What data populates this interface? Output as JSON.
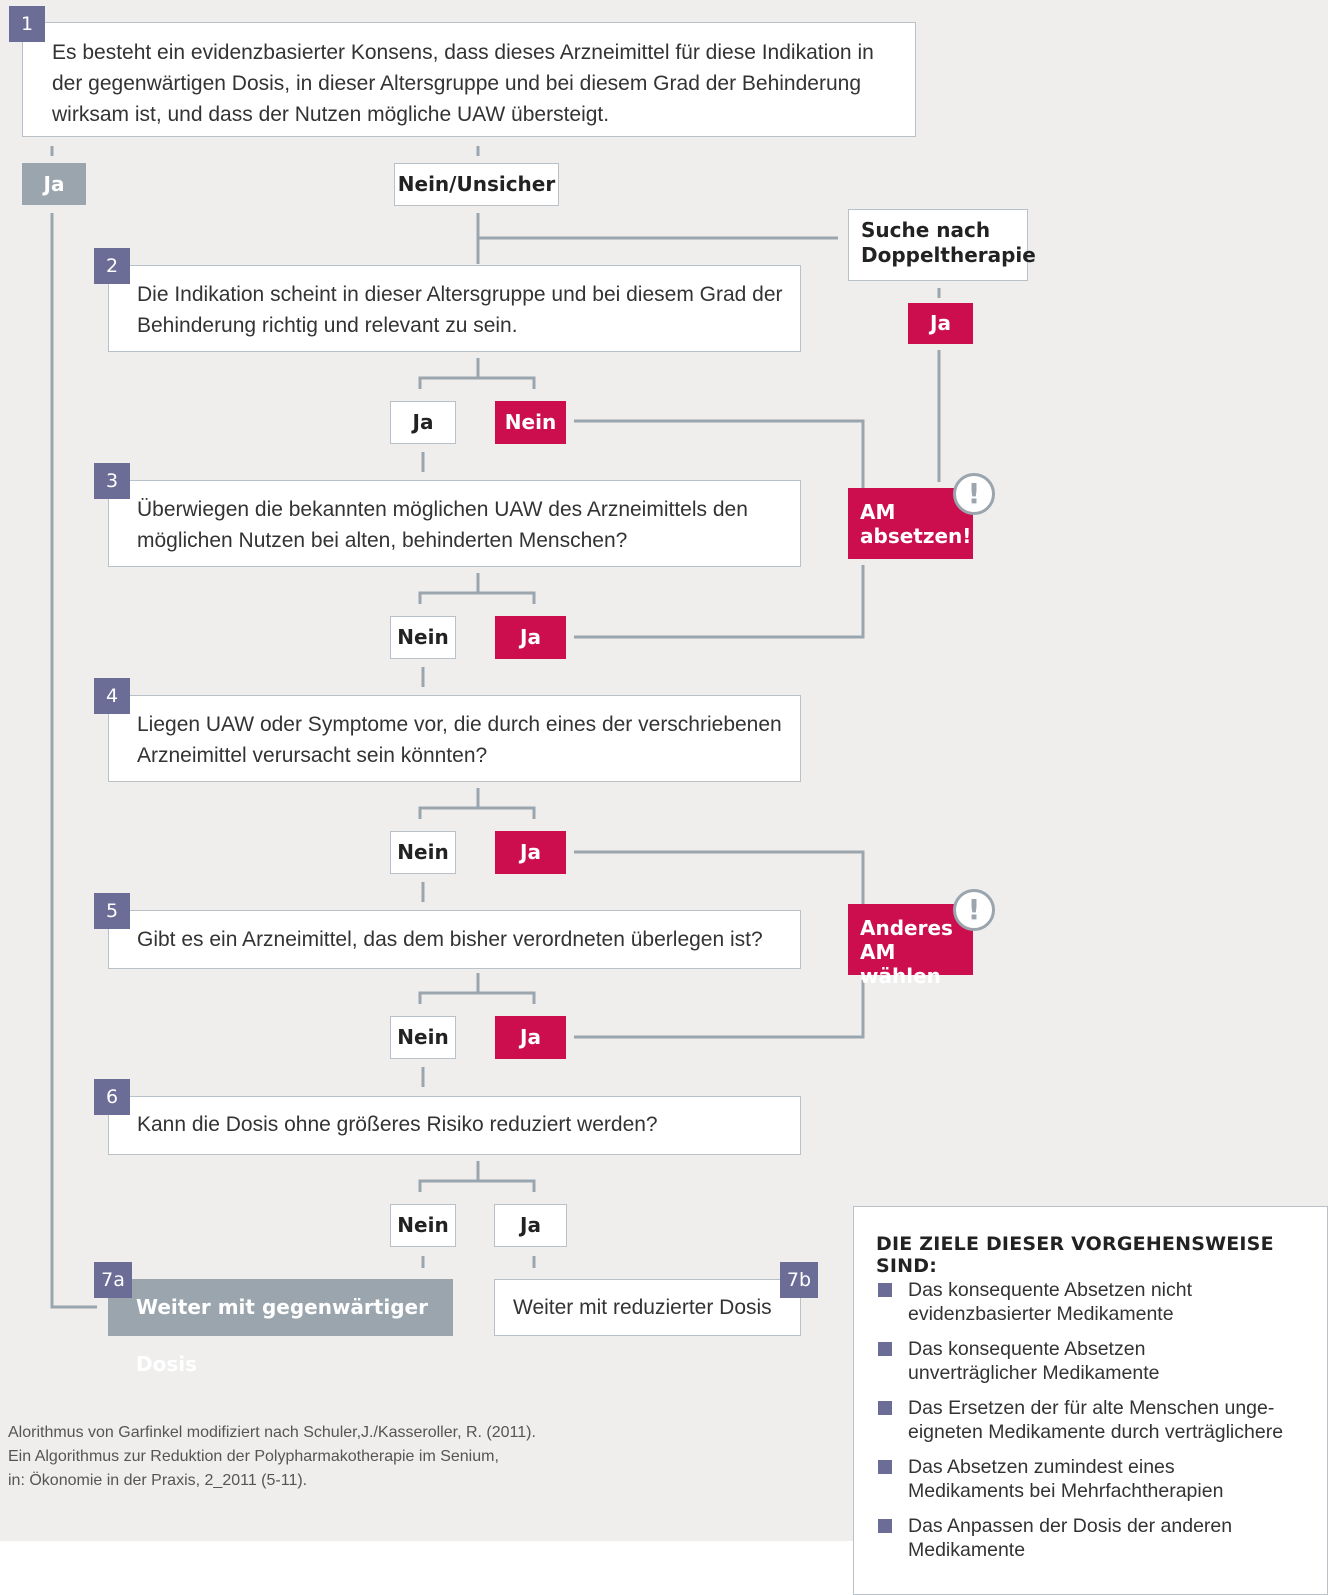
{
  "colors": {
    "accent_red": "#cc0e4f",
    "step_purple": "#6b6d96",
    "line_grey": "#9aa5ae",
    "background": "#efeeed"
  },
  "steps": {
    "s1": {
      "num": "1",
      "text": "Es besteht ein evidenzbasierter Konsens, dass dieses Arzneimittel für diese Indikation in der gegenwärtigen Dosis, in dieser Altersgruppe und bei diesem Grad der Behinderung wirksam ist, und dass der Nutzen mögliche UAW übersteigt."
    },
    "s2": {
      "num": "2",
      "text": "Die Indikation scheint in dieser Altersgruppe und bei diesem Grad der Behinderung richtig und relevant zu sein."
    },
    "s3": {
      "num": "3",
      "text": "Überwiegen die bekannten möglichen UAW des Arzneimittels den möglichen Nutzen bei alten, behinderten Menschen?"
    },
    "s4": {
      "num": "4",
      "text": "Liegen UAW oder Symptome vor, die durch eines der verschriebenen Arzneimittel verursacht sein könnten?"
    },
    "s5": {
      "num": "5",
      "text": "Gibt es ein Arzneimittel, das dem bisher verordneten überlegen ist?"
    },
    "s6": {
      "num": "6",
      "text": "Kann die Dosis ohne größeres Risiko reduziert  werden?"
    },
    "s7a": {
      "num": "7a",
      "text": "Weiter mit gegenwärtiger Dosis"
    },
    "s7b": {
      "num": "7b",
      "text": "Weiter mit reduzierter Dosis"
    }
  },
  "labels": {
    "s1_yes": "Ja",
    "s1_no": "Nein/Unsicher",
    "s2_yes": "Ja",
    "s2_no": "Nein",
    "s3_no": "Nein",
    "s3_yes": "Ja",
    "s4_no": "Nein",
    "s4_yes": "Ja",
    "s5_no": "Nein",
    "s5_yes": "Ja",
    "s6_no": "Nein",
    "s6_yes": "Ja",
    "dup_yes": "Ja"
  },
  "side": {
    "duplicate_line1": "Suche nach",
    "duplicate_line2": "Doppeltherapie",
    "stop_line1": "AM",
    "stop_line2": "absetzen!",
    "alt_line1": "Anderes",
    "alt_line2": "AM wählen",
    "warn_symbol": "!"
  },
  "source": {
    "line1": "Alorithmus von Garfinkel modifiziert nach Schuler,J./Kasseroller, R. (2011).",
    "line2": "Ein Algorithmus zur Reduktion der Polypharmakotherapie im Senium,",
    "line3": "in: Ökonomie in der Praxis, 2_2011  (5-11)."
  },
  "goals": {
    "title": "DIE ZIELE DIESER VORGEHENSWEISE SIND:",
    "items": [
      {
        "l1": "Das konsequente Absetzen nicht",
        "l2": "evidenzbasierter Medikamente"
      },
      {
        "l1": "Das konsequente Absetzen",
        "l2": "unverträglicher Medikamente"
      },
      {
        "l1": "Das Ersetzen der für alte Menschen unge-",
        "l2": "eigneten Medikamente durch verträglichere"
      },
      {
        "l1": "Das Absetzen zumindest eines",
        "l2": "Medikaments bei Mehrfachtherapien"
      },
      {
        "l1": "Das Anpassen der Dosis der anderen",
        "l2": "Medikamente"
      }
    ]
  }
}
